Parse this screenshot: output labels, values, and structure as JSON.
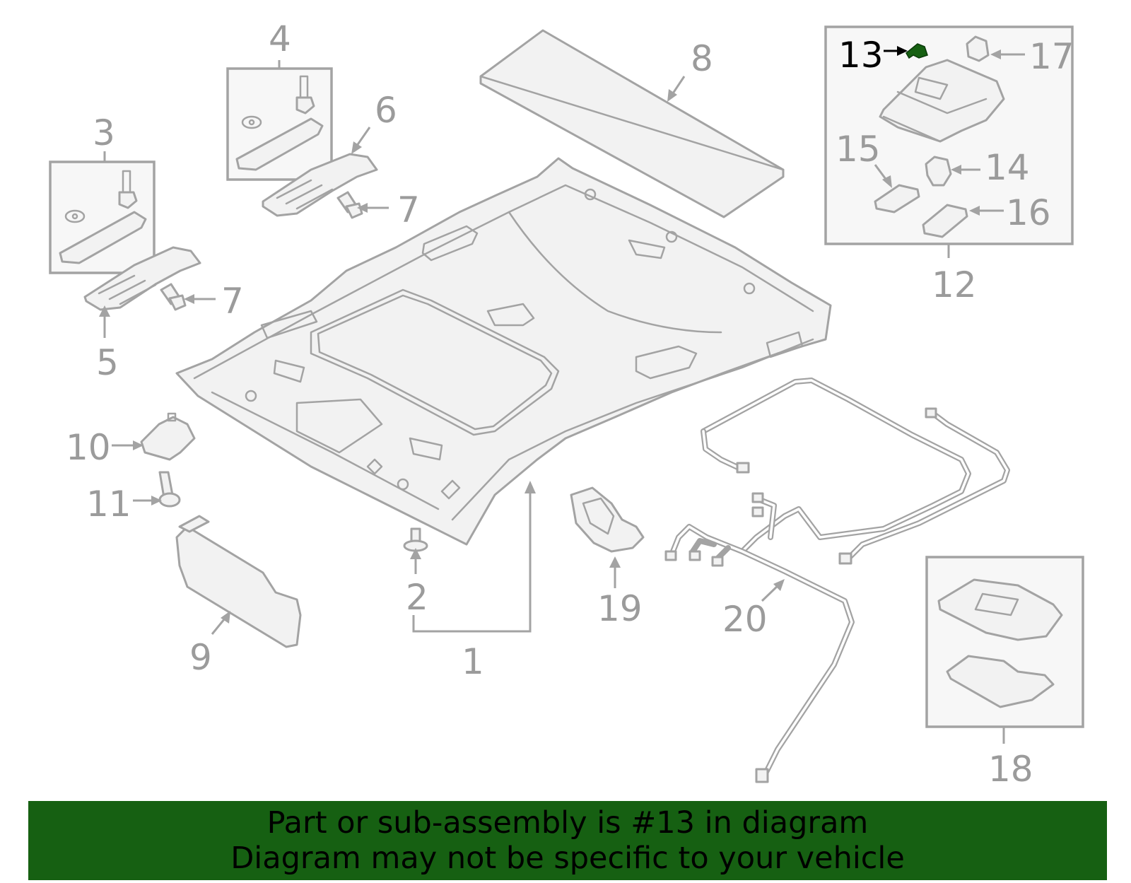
{
  "callouts": [
    {
      "id": "1",
      "label": "1"
    },
    {
      "id": "2",
      "label": "2"
    },
    {
      "id": "3",
      "label": "3"
    },
    {
      "id": "4",
      "label": "4"
    },
    {
      "id": "5",
      "label": "5"
    },
    {
      "id": "6",
      "label": "6"
    },
    {
      "id": "7a",
      "label": "7"
    },
    {
      "id": "7b",
      "label": "7"
    },
    {
      "id": "8",
      "label": "8"
    },
    {
      "id": "9",
      "label": "9"
    },
    {
      "id": "10",
      "label": "10"
    },
    {
      "id": "11",
      "label": "11"
    },
    {
      "id": "12",
      "label": "12"
    },
    {
      "id": "13",
      "label": "13"
    },
    {
      "id": "14",
      "label": "14"
    },
    {
      "id": "15",
      "label": "15"
    },
    {
      "id": "16",
      "label": "16"
    },
    {
      "id": "17",
      "label": "17"
    },
    {
      "id": "18",
      "label": "18"
    },
    {
      "id": "19",
      "label": "19"
    },
    {
      "id": "20",
      "label": "20"
    }
  ],
  "highlight": {
    "part": "13",
    "color": "#166012"
  },
  "colors": {
    "line": "#a3a3a3",
    "label": "#9b9b9b",
    "banner": "#166012"
  },
  "banner": {
    "line1": "Part or sub-assembly is #13 in diagram",
    "line2": "Diagram may not be specific to your vehicle"
  }
}
